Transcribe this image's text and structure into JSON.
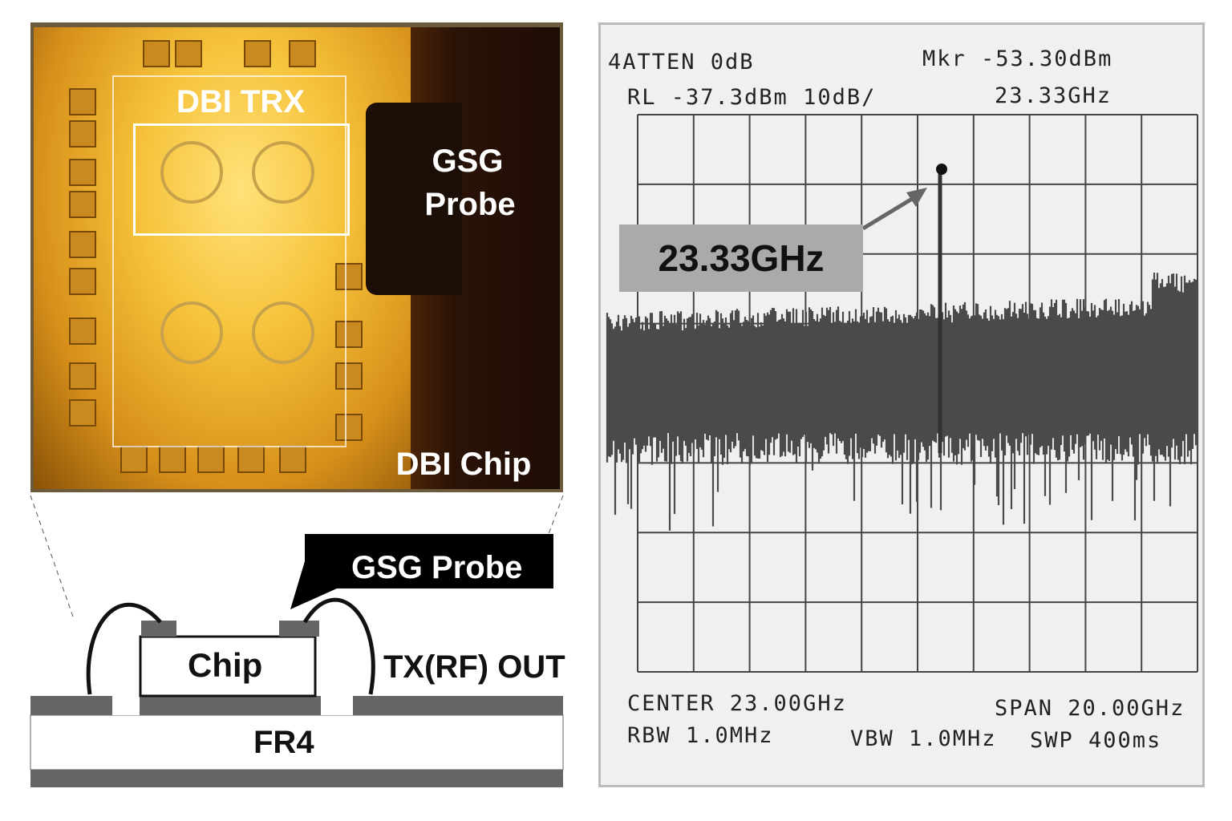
{
  "chip_photo": {
    "trx_label": "DBI TRX",
    "probe_label_line1": "GSG",
    "probe_label_line2": "Probe",
    "chip_label": "DBI Chip",
    "colors": {
      "die": "#f6c23a",
      "probe": "#1e0c05"
    }
  },
  "cross_section": {
    "probe_label": "GSG Probe",
    "chip_label": "Chip",
    "output_label": "TX(RF) OUT",
    "substrate_label": "FR4"
  },
  "spectrum": {
    "atten": "4ATTEN 0dB",
    "marker_level_label": "Mkr -53.30dBm",
    "ref_level": "RL -37.3dBm 10dB/",
    "marker_freq": "23.33GHz",
    "center": "CENTER 23.00GHz",
    "span": "SPAN 20.00GHz",
    "rbw": "RBW 1.0MHz",
    "vbw": "VBW 1.0MHz",
    "sweep": "SWP 400ms",
    "annotation": "23.33GHz",
    "trace_color": "#4a4a4a",
    "grid": {
      "columns": 10,
      "rows": 8
    }
  }
}
